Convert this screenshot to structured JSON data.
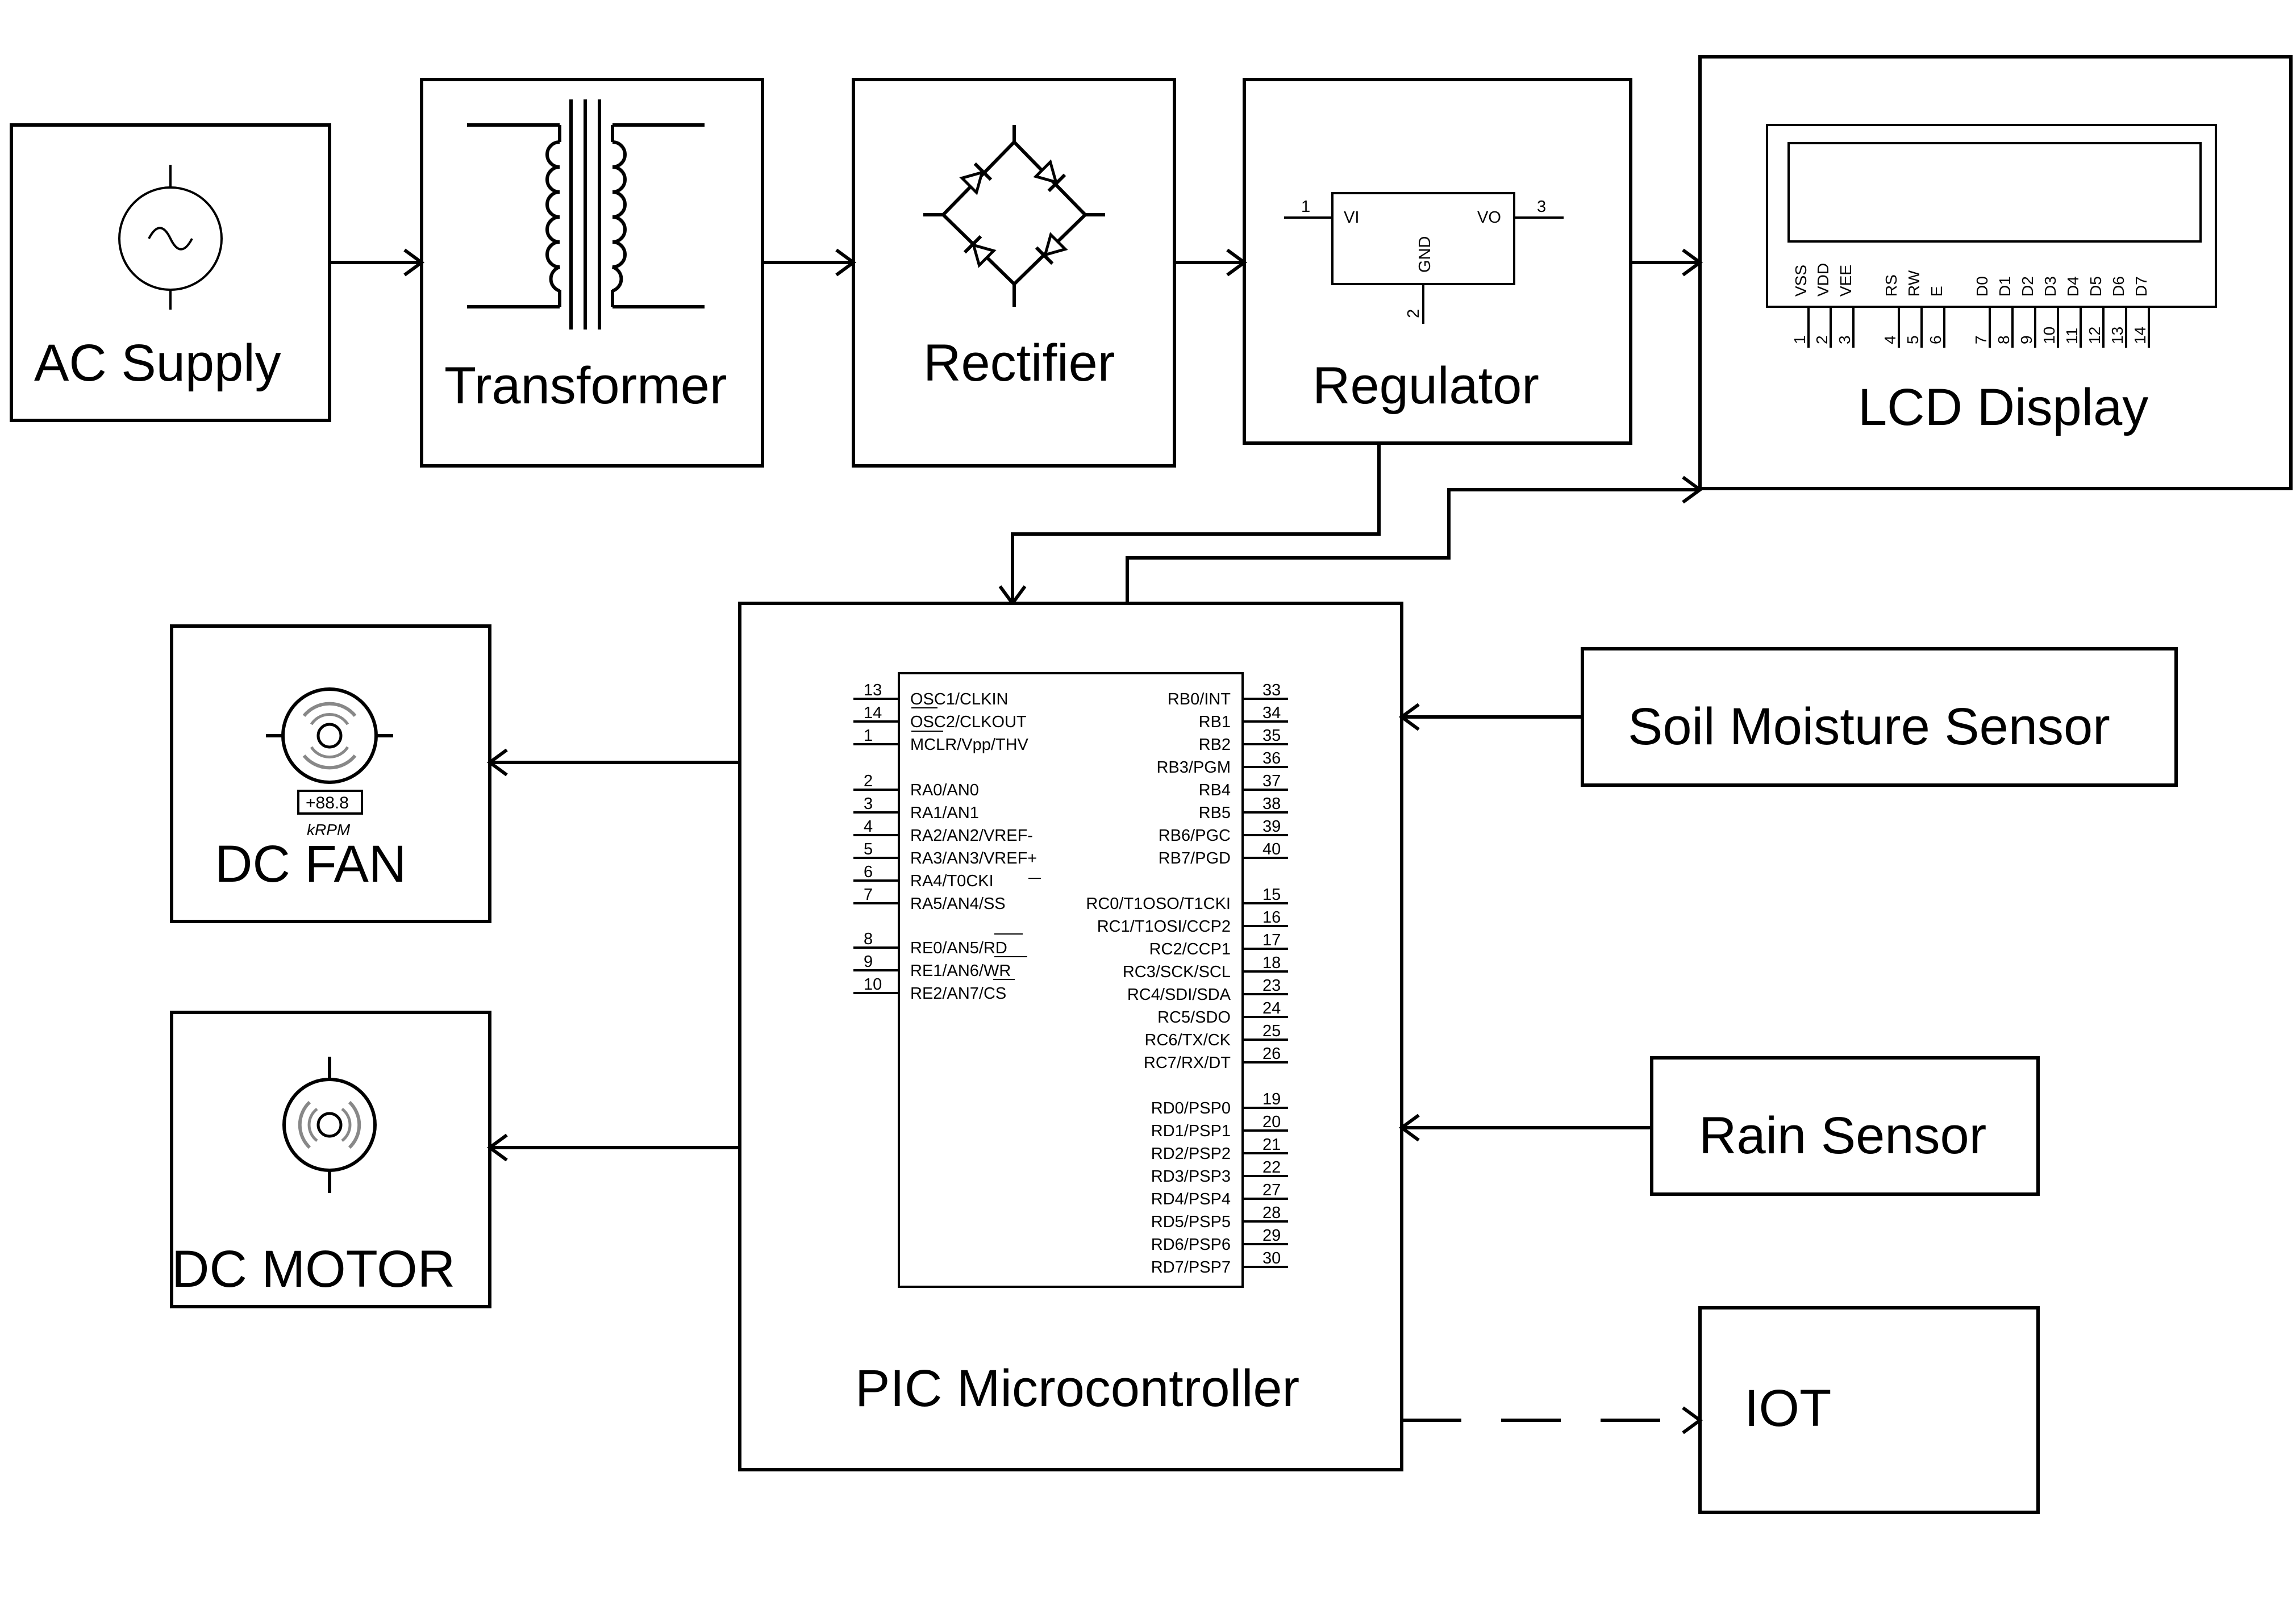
{
  "blocks": {
    "ac_supply": "AC Supply",
    "transformer": "Transformer",
    "rectifier": "Rectifier",
    "regulator": "Regulator",
    "lcd_display": "LCD Display",
    "dc_fan": "DC FAN",
    "dc_motor": "DC MOTOR",
    "pic": "PIC Microcontroller",
    "soil_sensor": "Soil Moisture Sensor",
    "rain_sensor": "Rain Sensor",
    "iot": "IOT"
  },
  "regulator_symbol": {
    "vi": "VI",
    "vo": "VO",
    "gnd": "GND",
    "pin_in": "1",
    "pin_out": "3",
    "pin_gnd": "2"
  },
  "lcd_symbol": {
    "signals": [
      "VSS",
      "VDD",
      "VEE",
      "RS",
      "RW",
      "E",
      "D0",
      "D1",
      "D2",
      "D3",
      "D4",
      "D5",
      "D6",
      "D7"
    ],
    "pins": [
      "1",
      "2",
      "3",
      "4",
      "5",
      "6",
      "7",
      "8",
      "9",
      "10",
      "11",
      "12",
      "13",
      "14"
    ]
  },
  "fan_symbol": {
    "readout": "+88.8",
    "unit": "kRPM"
  },
  "pic_chip": {
    "left_pins": [
      {
        "num": "13",
        "label": "OSC1/CLKIN"
      },
      {
        "num": "14",
        "label": "OSC2/CLKOUT"
      },
      {
        "num": "1",
        "label": "MCLR/Vpp/THV"
      },
      {
        "num": "2",
        "label": "RA0/AN0"
      },
      {
        "num": "3",
        "label": "RA1/AN1"
      },
      {
        "num": "4",
        "label": "RA2/AN2/VREF-"
      },
      {
        "num": "5",
        "label": "RA3/AN3/VREF+"
      },
      {
        "num": "6",
        "label": "RA4/T0CKI"
      },
      {
        "num": "7",
        "label": "RA5/AN4/SS"
      },
      {
        "num": "8",
        "label": "RE0/AN5/RD"
      },
      {
        "num": "9",
        "label": "RE1/AN6/WR"
      },
      {
        "num": "10",
        "label": "RE2/AN7/CS"
      }
    ],
    "right_pins": [
      {
        "num": "33",
        "label": "RB0/INT"
      },
      {
        "num": "34",
        "label": "RB1"
      },
      {
        "num": "35",
        "label": "RB2"
      },
      {
        "num": "36",
        "label": "RB3/PGM"
      },
      {
        "num": "37",
        "label": "RB4"
      },
      {
        "num": "38",
        "label": "RB5"
      },
      {
        "num": "39",
        "label": "RB6/PGC"
      },
      {
        "num": "40",
        "label": "RB7/PGD"
      },
      {
        "num": "15",
        "label": "RC0/T1OSO/T1CKI"
      },
      {
        "num": "16",
        "label": "RC1/T1OSI/CCP2"
      },
      {
        "num": "17",
        "label": "RC2/CCP1"
      },
      {
        "num": "18",
        "label": "RC3/SCK/SCL"
      },
      {
        "num": "23",
        "label": "RC4/SDI/SDA"
      },
      {
        "num": "24",
        "label": "RC5/SDO"
      },
      {
        "num": "25",
        "label": "RC6/TX/CK"
      },
      {
        "num": "26",
        "label": "RC7/RX/DT"
      },
      {
        "num": "19",
        "label": "RD0/PSP0"
      },
      {
        "num": "20",
        "label": "RD1/PSP1"
      },
      {
        "num": "21",
        "label": "RD2/PSP2"
      },
      {
        "num": "22",
        "label": "RD3/PSP3"
      },
      {
        "num": "27",
        "label": "RD4/PSP4"
      },
      {
        "num": "28",
        "label": "RD5/PSP5"
      },
      {
        "num": "29",
        "label": "RD6/PSP6"
      },
      {
        "num": "30",
        "label": "RD7/PSP7"
      }
    ]
  }
}
